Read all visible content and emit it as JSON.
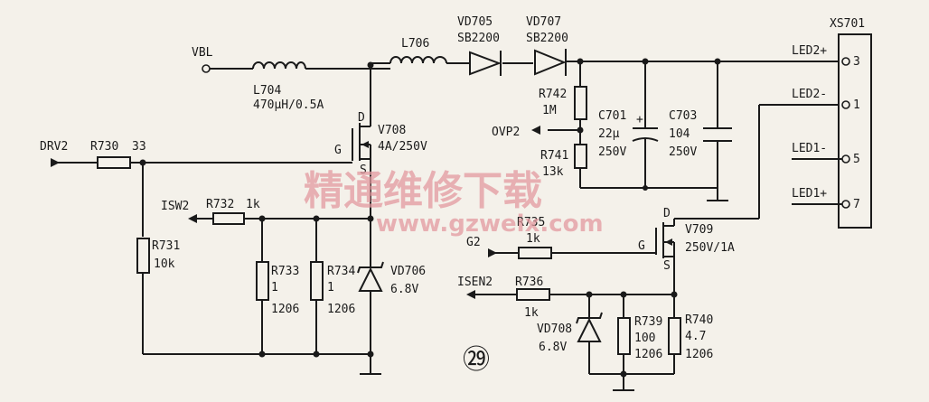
{
  "nets": {
    "vbl": "VBL",
    "drv2": "DRV2",
    "isw2": "ISW2",
    "ovp2": "OVP2",
    "g2": "G2",
    "isen2": "ISEN2"
  },
  "components": {
    "l704": {
      "ref": "L704",
      "value": "470μH/0.5A"
    },
    "l706": {
      "ref": "L706"
    },
    "vd705": {
      "ref": "VD705",
      "value": "SB2200"
    },
    "vd707": {
      "ref": "VD707",
      "value": "SB2200"
    },
    "r742": {
      "ref": "R742",
      "value": "1M"
    },
    "r741": {
      "ref": "R741",
      "value": "13k"
    },
    "c701": {
      "ref": "C701",
      "value": "22μ",
      "voltage": "250V",
      "plus": "+"
    },
    "c703": {
      "ref": "C703",
      "value": "104",
      "voltage": "250V"
    },
    "v708": {
      "ref": "V708",
      "value": "4A/250V",
      "d": "D",
      "g": "G",
      "s": "S"
    },
    "v709": {
      "ref": "V709",
      "value": "250V/1A",
      "d": "D",
      "g": "G",
      "s": "S"
    },
    "r730": {
      "ref": "R730",
      "value": "33"
    },
    "r731": {
      "ref": "R731",
      "value": "10k"
    },
    "r732": {
      "ref": "R732",
      "value": "1k"
    },
    "r733": {
      "ref": "R733",
      "value": "1",
      "pkg": "1206"
    },
    "r734": {
      "ref": "R734",
      "value": "1",
      "pkg": "1206"
    },
    "vd706": {
      "ref": "VD706",
      "value": "6.8V"
    },
    "r735": {
      "ref": "R735",
      "value": "1k"
    },
    "r736": {
      "ref": "R736",
      "value": "1k"
    },
    "vd708": {
      "ref": "VD708",
      "value": "6.8V"
    },
    "r739": {
      "ref": "R739",
      "value": "100",
      "pkg": "1206"
    },
    "r740": {
      "ref": "R740",
      "value": "4.7",
      "pkg": "1206"
    }
  },
  "connector": {
    "ref": "XS701",
    "pins": [
      {
        "name": "LED2+",
        "num": "3"
      },
      {
        "name": "LED2-",
        "num": "1"
      },
      {
        "name": "LED1-",
        "num": "5"
      },
      {
        "name": "LED1+",
        "num": "7"
      }
    ]
  },
  "figure_number": "㉙",
  "watermark": {
    "cn": "精通维修下载",
    "url": "www.gzweix.com"
  }
}
